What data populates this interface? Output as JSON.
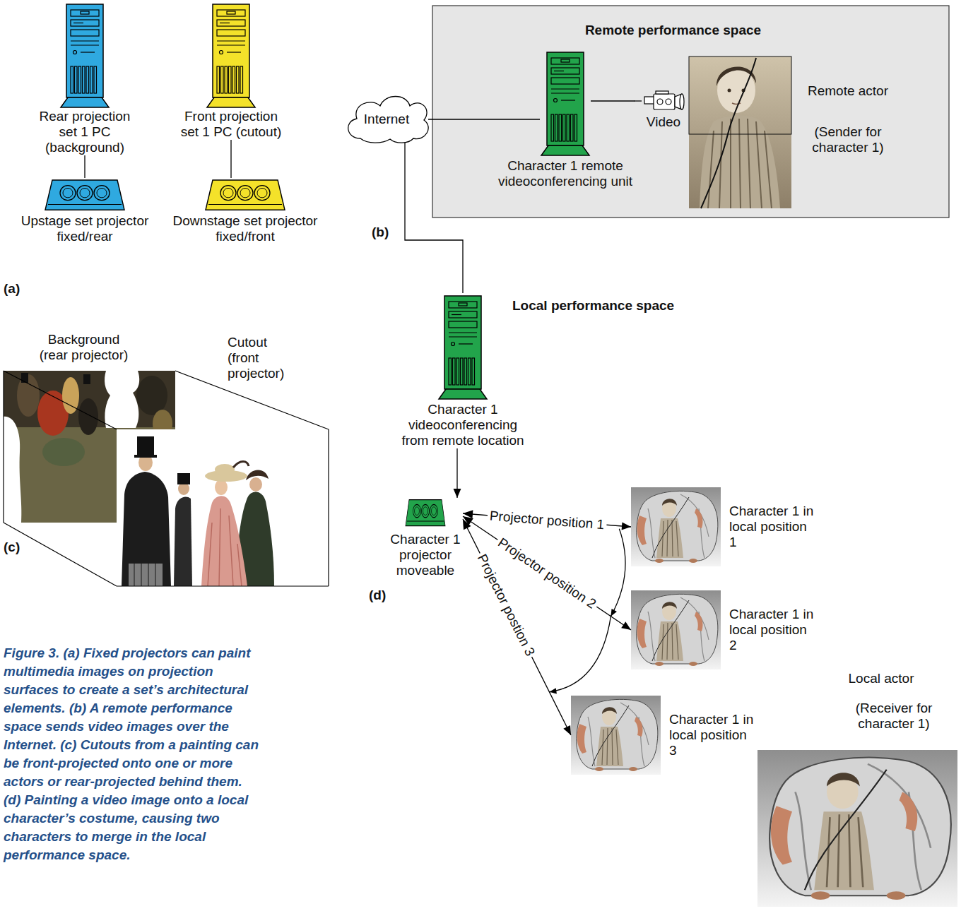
{
  "diagram": {
    "caption": "Figure 3. (a) Fixed projectors can paint multimedia images on projection surfaces to create a set’s architectural elements. (b) A remote performance space sends video images over the Internet. (c) Cutouts from a painting can be front-projected onto one or more actors or rear-projected behind them. (d) Painting a video image onto a local character’s costume, causing two characters to merge in the local performance space.",
    "nodes": [
      {
        "text": [
          "Rear projection set 1 PC (background)"
        ]
      },
      {
        "text": [
          "Upstage set projector fixed/rear"
        ]
      },
      {
        "text": [
          "Front projection set 1 PC (cutout)"
        ]
      },
      {
        "text": [
          "Downstage set projector fixed/front"
        ]
      },
      {
        "text": [
          "Internet"
        ]
      },
      {
        "text": [
          "Remote performance space"
        ]
      },
      {
        "text": [
          "Character 1 remote videoconferencing unit"
        ],
        "in": 5
      },
      {
        "text": [
          "Video"
        ],
        "in": 5
      },
      {
        "text": [
          "Remote actor",
          "(Sender for character 1)"
        ],
        "in": 5
      },
      {
        "text": [
          "Character 1 videoconferencing from remote location"
        ]
      },
      {
        "text": [
          "Character 1 projector moveable"
        ]
      },
      {
        "text": [
          "Character 1 in local position 1"
        ]
      },
      {
        "text": [
          "Character 1 in local position 2"
        ]
      },
      {
        "text": [
          "Character 1 in local position 3"
        ]
      },
      {
        "text": [
          "Local actor",
          "(Receiver for character 1)"
        ]
      }
    ],
    "edges": [
      {
        "from": 0,
        "to": 1,
        "arrow": "none"
      },
      {
        "from": 2,
        "to": 3,
        "arrow": "none"
      },
      {
        "from": 4,
        "to": 6,
        "arrow": "none"
      },
      {
        "from": 6,
        "to": 7,
        "arrow": "none"
      },
      {
        "from": 4,
        "to": 9,
        "arrow": "none"
      },
      {
        "from": 9,
        "to": 10,
        "arrow": "to"
      },
      {
        "from": 10,
        "to": 11,
        "arrow": "both",
        "label": "Projector position 1"
      },
      {
        "from": 10,
        "to": 12,
        "arrow": "both",
        "label": "Projector position 2"
      },
      {
        "from": 10,
        "to": 13,
        "arrow": "both",
        "label": "Projector postion 3"
      }
    ],
    "labels": [
      "(a)",
      "Background (rear projector)",
      "Cutout (front projector)",
      "(c)",
      "(b)",
      "Local performance space",
      "(d)"
    ]
  }
}
